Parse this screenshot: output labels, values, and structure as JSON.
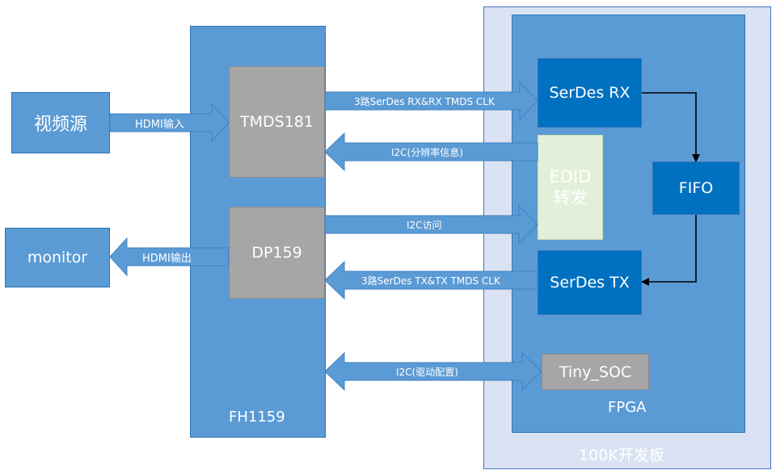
{
  "blocks": {
    "video_source": "视频源",
    "monitor": "monitor",
    "fh1159": "FH1159",
    "tmds181": "TMDS181",
    "dp159": "DP159",
    "board": "100K开发板",
    "fpga": "FPGA",
    "serdes_rx": "SerDes RX",
    "serdes_tx": "SerDes TX",
    "fifo": "FIFO",
    "edid": "EDID\n转发",
    "tiny_soc": "Tiny_SOC"
  },
  "arrows": {
    "hdmi_in": "HDMI输入",
    "hdmi_out": "HDMI输出",
    "serdes_rx_link": "3路SerDes RX&RX TMDS CLK",
    "i2c_resolution": "I2C(分辨率信息)",
    "i2c_access": "I2C访问",
    "serdes_tx_link": "3路SerDes TX&TX  TMDS CLK",
    "i2c_driver_config": "I2C(驱动配置)"
  },
  "colors": {
    "board_fill": "#DAE3F3",
    "board_border": "#4472C4",
    "block_blue": "#5B9BD5",
    "block_border": "#2E75B6",
    "chip_gray": "#A6A6A6",
    "serdes_dark": "#0070C0",
    "edid_green": "#E2F0D9",
    "white": "#FFFFFF"
  }
}
